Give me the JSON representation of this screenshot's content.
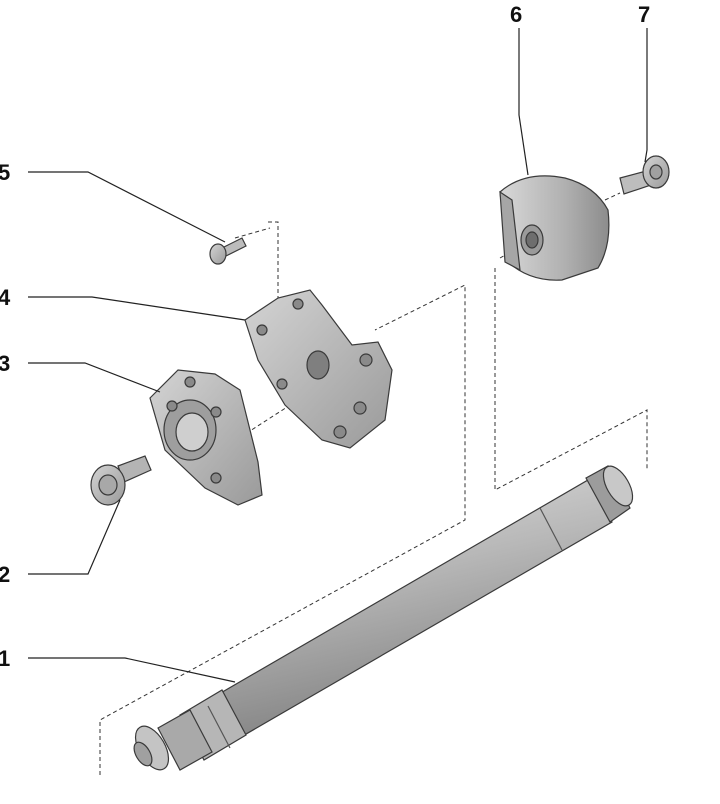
{
  "diagram": {
    "type": "exploded-assembly",
    "callouts": [
      {
        "id": "1",
        "label": "1",
        "part": "shaft"
      },
      {
        "id": "2",
        "label": "2",
        "part": "flange-bolt"
      },
      {
        "id": "3",
        "label": "3",
        "part": "bearing-housing"
      },
      {
        "id": "4",
        "label": "4",
        "part": "mounting-plate"
      },
      {
        "id": "5",
        "label": "5",
        "part": "screw"
      },
      {
        "id": "6",
        "label": "6",
        "part": "counterweight"
      },
      {
        "id": "7",
        "label": "7",
        "part": "shoulder-bolt"
      }
    ]
  },
  "colors": {
    "part_light": "#c9c9c9",
    "part_mid": "#a5a5a5",
    "part_dark": "#7a7a7a",
    "outline": "#3a3a3a",
    "leader": "#222222"
  }
}
